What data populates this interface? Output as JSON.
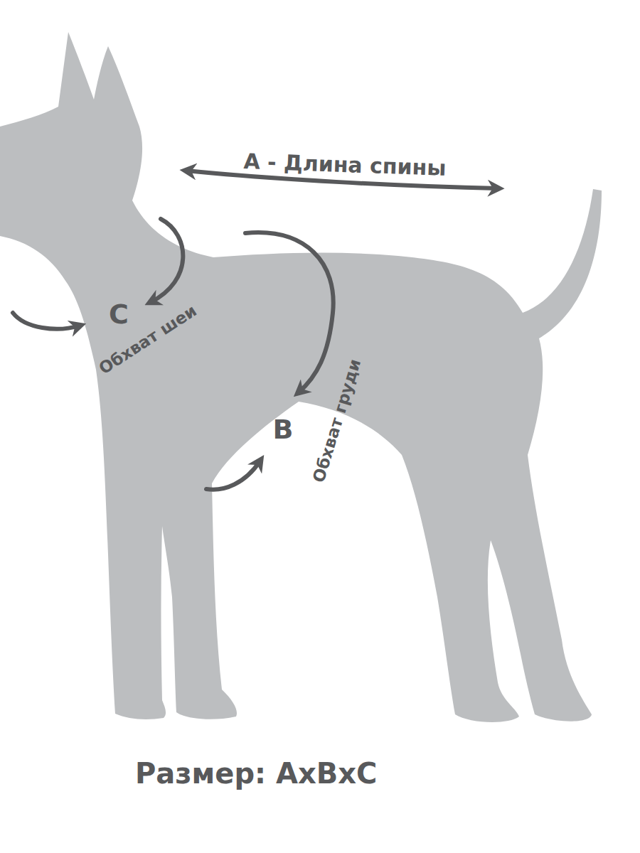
{
  "diagram": {
    "caption": "Размер: AxBxC",
    "labels": [
      "A - Длина спины",
      "C",
      "Обхват шеи",
      "B",
      "Обхват груди"
    ]
  }
}
